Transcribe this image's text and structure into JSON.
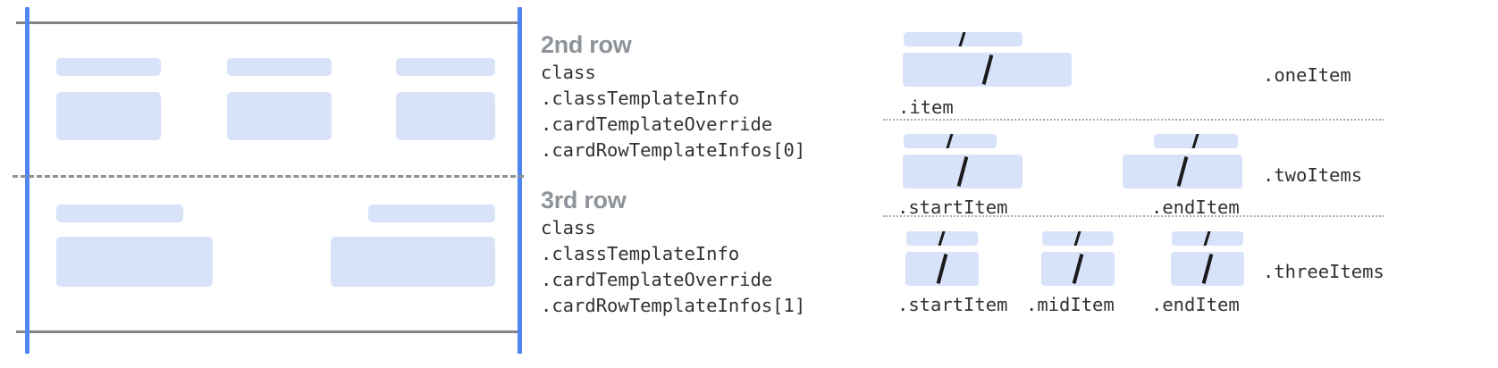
{
  "colors": {
    "block_fill": "#d8e2f9",
    "guide_blue": "#4f86f0",
    "rule_gray": "#808387",
    "dash_gray": "#8d9196",
    "title_gray": "#8e9399",
    "mono_text": "#2f3234",
    "slash_black": "#1a1a1a",
    "background": "#ffffff"
  },
  "left_panel": {
    "name": "card-row-template-preview",
    "rows": [
      {
        "name": "second-row-preview",
        "cells": 3
      },
      {
        "name": "third-row-preview",
        "cells": 2
      }
    ]
  },
  "descriptions": [
    {
      "title": "2nd row",
      "lines": [
        "class",
        ".classTemplateInfo",
        ".cardTemplateOverride",
        ".cardRowTemplateInfos[0]"
      ]
    },
    {
      "title": "3rd row",
      "lines": [
        "class",
        ".classTemplateInfo",
        ".cardTemplateOverride",
        ".cardRowTemplateInfos[1]"
      ]
    }
  ],
  "item_layouts": [
    {
      "name": "one-item",
      "right_label": ".oneItem",
      "items": [
        {
          "label": ".item"
        }
      ]
    },
    {
      "name": "two-items",
      "right_label": ".twoItems",
      "items": [
        {
          "label": ".startItem"
        },
        {
          "label": ".endItem"
        }
      ]
    },
    {
      "name": "three-items",
      "right_label": ".threeItems",
      "items": [
        {
          "label": ".startItem"
        },
        {
          "label": ".midItem"
        },
        {
          "label": ".endItem"
        }
      ]
    }
  ]
}
